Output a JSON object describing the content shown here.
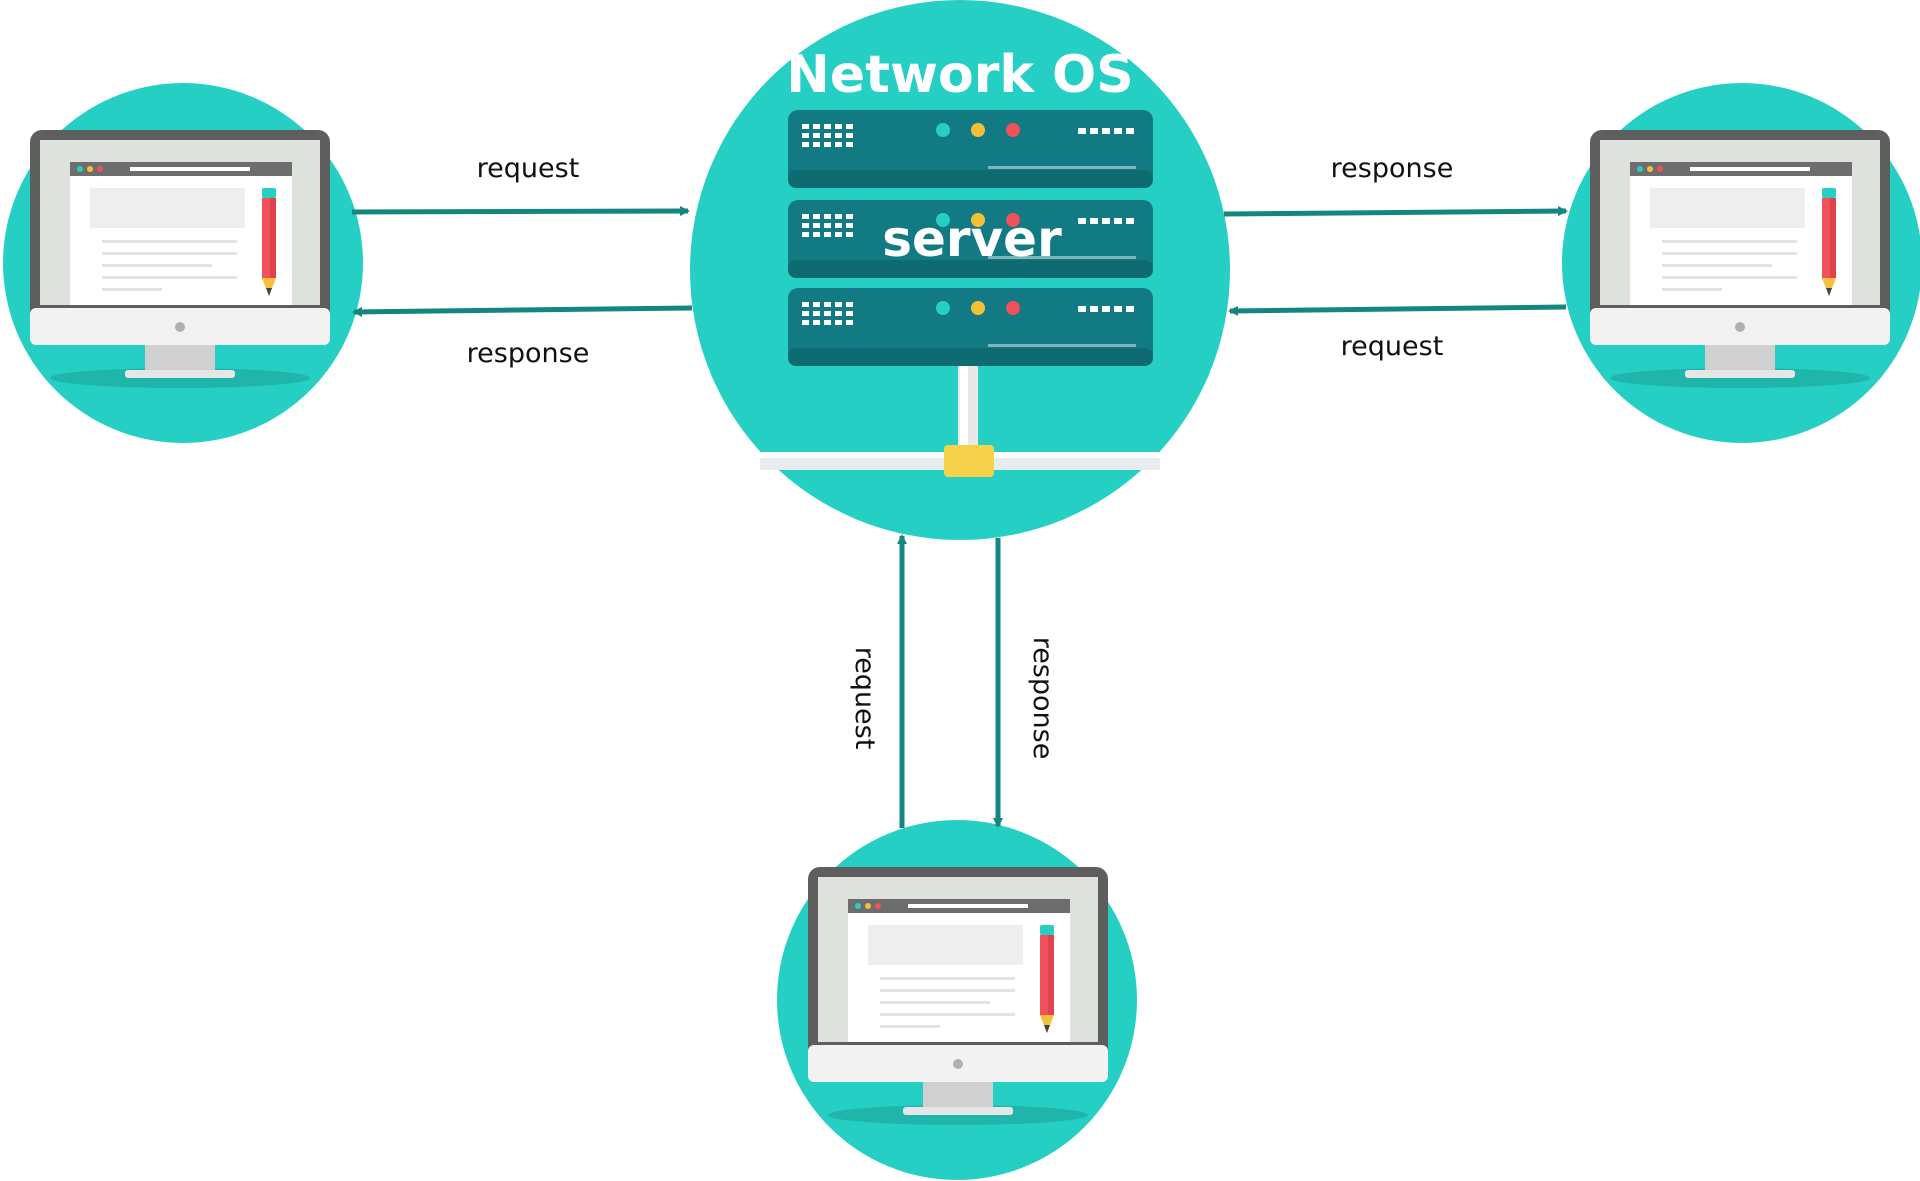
{
  "title": "Network OS",
  "server": {
    "label": "server"
  },
  "colors": {
    "circle": "#26cfc4",
    "arrow": "#13877f",
    "rack": "#127a82",
    "rack_light": "#ffffff",
    "dot_teal": "#26cfc4",
    "dot_yellow": "#f4c03a",
    "dot_red": "#f0515b",
    "connector": "#f6d24a",
    "monitor_frame": "#5e5e5e",
    "monitor_body": "#f2f2f2",
    "pencil": "#f0515b"
  },
  "clients": [
    {
      "name": "left-client",
      "links": {
        "outgoing_label": "request",
        "incoming_label": "response"
      }
    },
    {
      "name": "right-client",
      "links": {
        "outgoing_label": "request",
        "incoming_label": "response"
      }
    },
    {
      "name": "bottom-client",
      "links": {
        "outgoing_label": "request",
        "incoming_label": "response"
      }
    }
  ]
}
